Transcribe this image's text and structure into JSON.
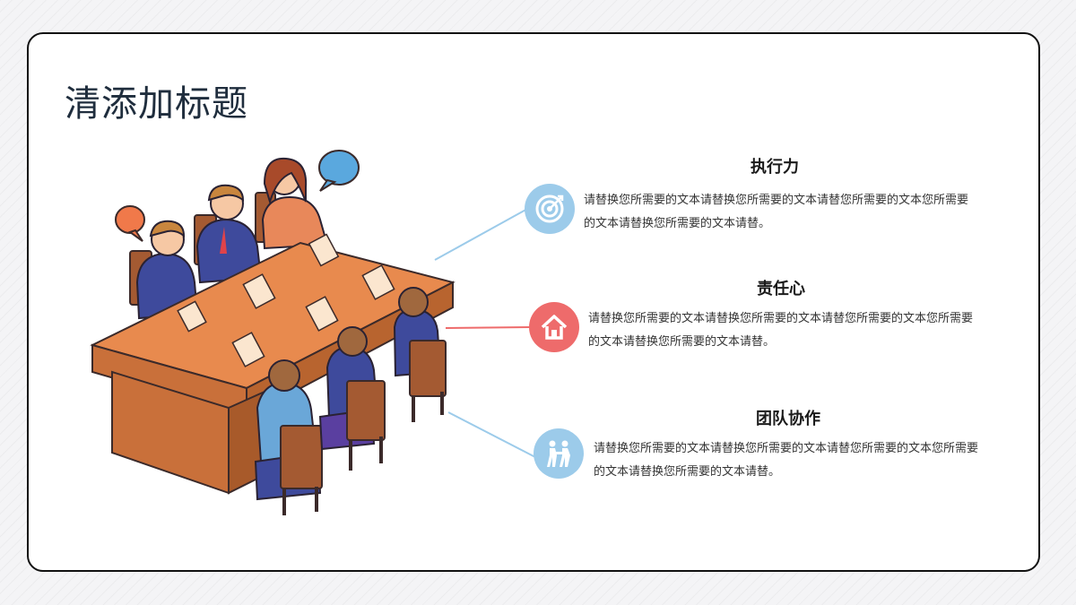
{
  "title": "清添加标题",
  "colors": {
    "blue": "#6ab4e8",
    "red": "#ee6b6b",
    "dark": "#1f2d3d"
  },
  "features": [
    {
      "heading": "执行力",
      "icon": "target-icon",
      "color": "#6ab4e8",
      "text": "请替换您所需要的文本请替换您所需要的文本请替您所需要的文本您所需要的文本请替换您所需要的文本请替。"
    },
    {
      "heading": "责任心",
      "icon": "house-icon",
      "color": "#ee6b6b",
      "text": "请替换您所需要的文本请替换您所需要的文本请替您所需要的文本您所需要的文本请替换您所需要的文本请替。"
    },
    {
      "heading": "团队协作",
      "icon": "handshake-people-icon",
      "color": "#6ab4e8",
      "text": "请替换您所需要的文本请替换您所需要的文本请替您所需要的文本您所需要的文本请替换您所需要的文本请替。"
    }
  ]
}
